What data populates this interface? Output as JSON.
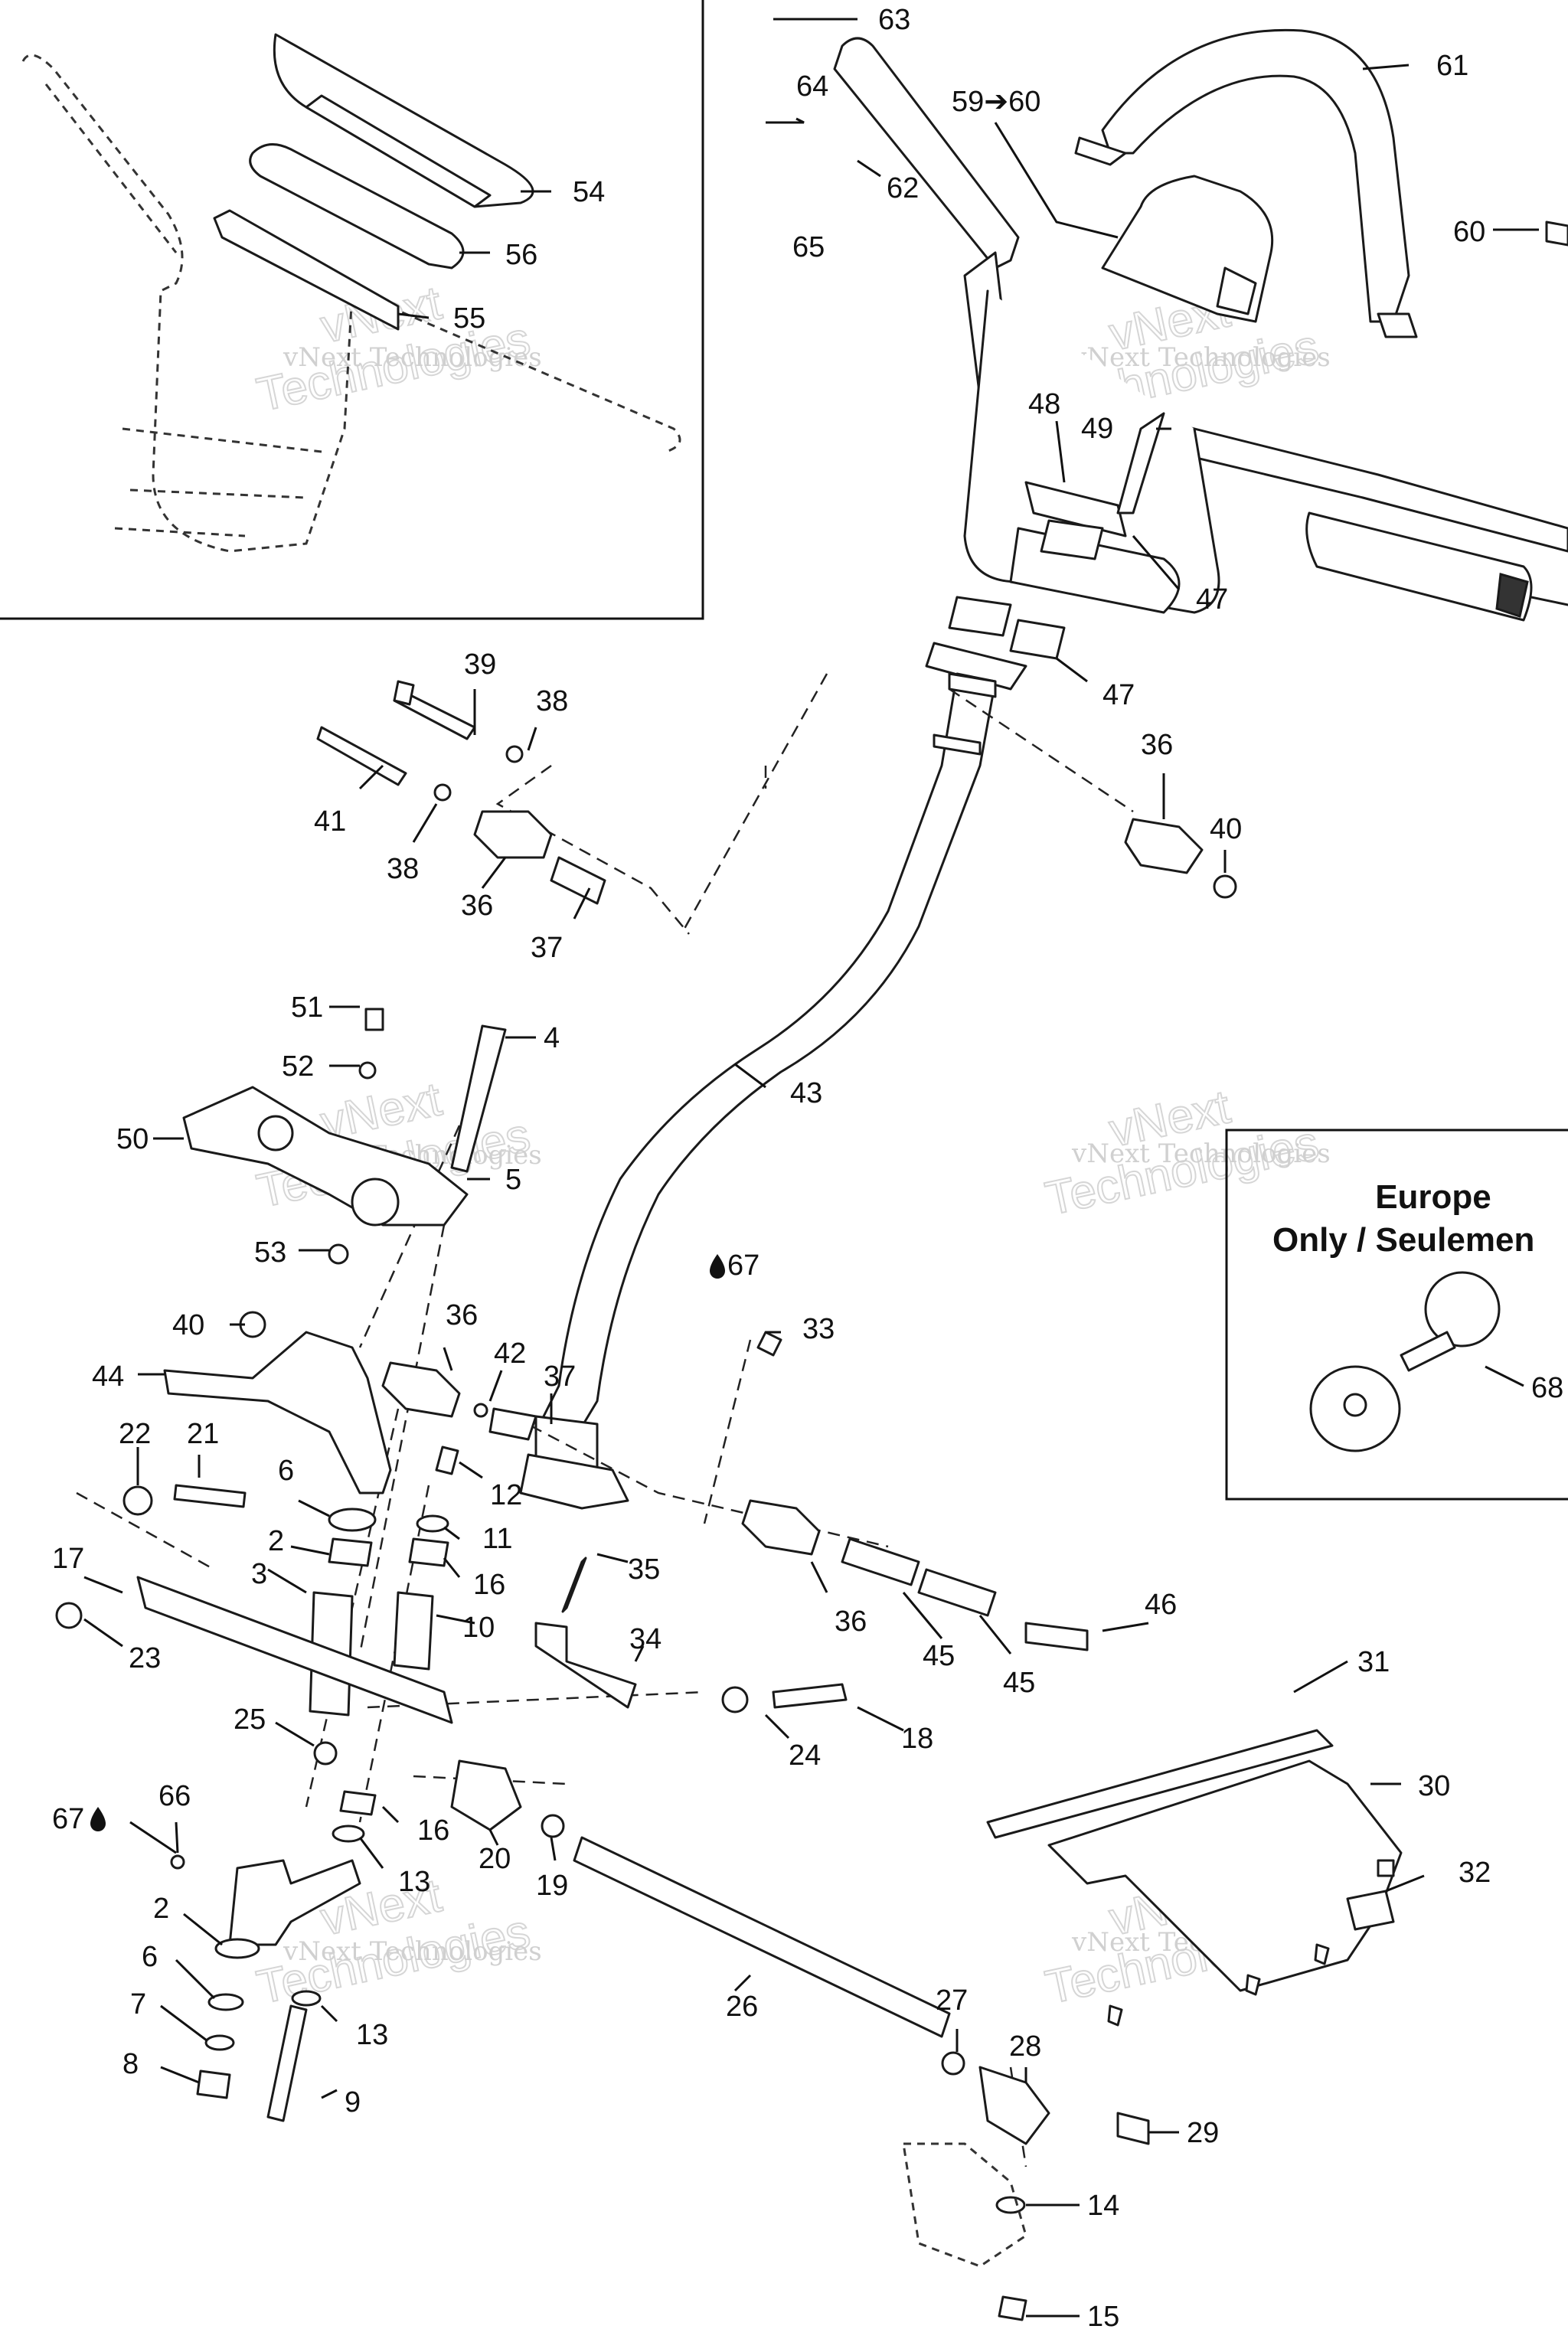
{
  "watermark": {
    "line1": "vNext Technologies",
    "line2": "vNext",
    "line3": "Technologies"
  },
  "inset": {
    "title_line1": "Europe",
    "title_line2": "Only / Seulemen"
  },
  "callouts": [
    {
      "id": "c63",
      "label": "63"
    },
    {
      "id": "c64",
      "label": "64"
    },
    {
      "id": "c62",
      "label": "62"
    },
    {
      "id": "c65",
      "label": "65"
    },
    {
      "id": "c59",
      "label": "59➔60"
    },
    {
      "id": "c61",
      "label": "61"
    },
    {
      "id": "c60",
      "label": "60"
    },
    {
      "id": "c54",
      "label": "54"
    },
    {
      "id": "c56",
      "label": "56"
    },
    {
      "id": "c55",
      "label": "55"
    },
    {
      "id": "c48",
      "label": "48"
    },
    {
      "id": "c49",
      "label": "49"
    },
    {
      "id": "c47a",
      "label": "47"
    },
    {
      "id": "c47b",
      "label": "47"
    },
    {
      "id": "c39",
      "label": "39"
    },
    {
      "id": "c38a",
      "label": "38"
    },
    {
      "id": "c41",
      "label": "41"
    },
    {
      "id": "c38b",
      "label": "38"
    },
    {
      "id": "c36a",
      "label": "36"
    },
    {
      "id": "c37a",
      "label": "37"
    },
    {
      "id": "c36b",
      "label": "36"
    },
    {
      "id": "c40a",
      "label": "40"
    },
    {
      "id": "c51",
      "label": "51"
    },
    {
      "id": "c4",
      "label": "4"
    },
    {
      "id": "c52",
      "label": "52"
    },
    {
      "id": "c50",
      "label": "50"
    },
    {
      "id": "c5",
      "label": "5"
    },
    {
      "id": "c53",
      "label": "53"
    },
    {
      "id": "c43",
      "label": "43"
    },
    {
      "id": "c67a",
      "label": "67"
    },
    {
      "id": "c33",
      "label": "33"
    },
    {
      "id": "c40b",
      "label": "40"
    },
    {
      "id": "c36c",
      "label": "36"
    },
    {
      "id": "c44",
      "label": "44"
    },
    {
      "id": "c42",
      "label": "42"
    },
    {
      "id": "c37b",
      "label": "37"
    },
    {
      "id": "c22",
      "label": "22"
    },
    {
      "id": "c21",
      "label": "21"
    },
    {
      "id": "c6a",
      "label": "6"
    },
    {
      "id": "c12",
      "label": "12"
    },
    {
      "id": "c2a",
      "label": "2"
    },
    {
      "id": "c11",
      "label": "11"
    },
    {
      "id": "c17",
      "label": "17"
    },
    {
      "id": "c3",
      "label": "3"
    },
    {
      "id": "c16a",
      "label": "16"
    },
    {
      "id": "c35",
      "label": "35"
    },
    {
      "id": "c10",
      "label": "10"
    },
    {
      "id": "c23",
      "label": "23"
    },
    {
      "id": "c36d",
      "label": "36"
    },
    {
      "id": "c46",
      "label": "46"
    },
    {
      "id": "c34",
      "label": "34"
    },
    {
      "id": "c45a",
      "label": "45"
    },
    {
      "id": "c45b",
      "label": "45"
    },
    {
      "id": "c31",
      "label": "31"
    },
    {
      "id": "c25",
      "label": "25"
    },
    {
      "id": "c18",
      "label": "18"
    },
    {
      "id": "c24",
      "label": "24"
    },
    {
      "id": "c30",
      "label": "30"
    },
    {
      "id": "c67b",
      "label": "67"
    },
    {
      "id": "c66",
      "label": "66"
    },
    {
      "id": "c16b",
      "label": "16"
    },
    {
      "id": "c20",
      "label": "20"
    },
    {
      "id": "c19",
      "label": "19"
    },
    {
      "id": "c32",
      "label": "32"
    },
    {
      "id": "c13a",
      "label": "13"
    },
    {
      "id": "c2b",
      "label": "2"
    },
    {
      "id": "c26",
      "label": "26"
    },
    {
      "id": "c6b",
      "label": "6"
    },
    {
      "id": "c13b",
      "label": "13"
    },
    {
      "id": "c27",
      "label": "27"
    },
    {
      "id": "c7",
      "label": "7"
    },
    {
      "id": "c28",
      "label": "28"
    },
    {
      "id": "c8",
      "label": "8"
    },
    {
      "id": "c9",
      "label": "9"
    },
    {
      "id": "c29",
      "label": "29"
    },
    {
      "id": "c14",
      "label": "14"
    },
    {
      "id": "c15",
      "label": "15"
    },
    {
      "id": "c68",
      "label": "68"
    }
  ]
}
